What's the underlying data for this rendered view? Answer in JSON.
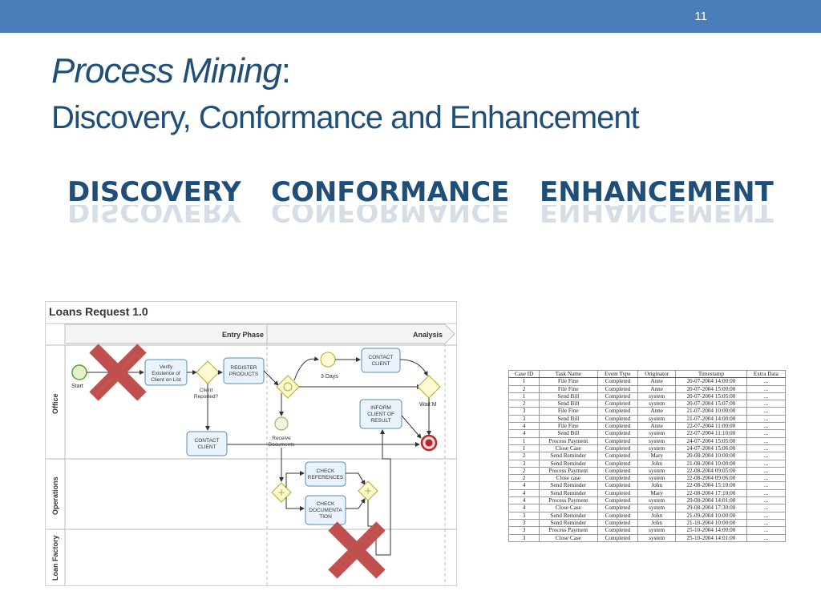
{
  "slide": {
    "number": "11",
    "title_italic": "Process Mining",
    "title_rest": ":",
    "subtitle": "Discovery, Conformance and Enhancement"
  },
  "words": [
    "DISCOVERY",
    "CONFORMANCE",
    "ENHANCEMENT"
  ],
  "bpmn": {
    "title": "Loans Request 1.0",
    "phases": [
      "Entry Phase",
      "Analysis"
    ],
    "lanes": [
      "Office",
      "Operations",
      "Loan Factory"
    ],
    "labels": {
      "start": "Start",
      "verify": [
        "Verify",
        "Existence of",
        "Client on List"
      ],
      "client_reported": [
        "Client",
        "Reported?"
      ],
      "register": [
        "REGISTER",
        "PRODUCTS"
      ],
      "contact_client_top": [
        "CONTACT",
        "CLIENT"
      ],
      "days": "3 Days",
      "wait": "Wait M",
      "inform": [
        "INFORM",
        "CLIENT OF",
        "RESULT"
      ],
      "contact_client_bottom": [
        "CONTACT",
        "CLIENT"
      ],
      "receive": [
        "Receive",
        "Documents"
      ],
      "check_refs": [
        "CHECK",
        "REFERENCES"
      ],
      "check_docs": [
        "CHECK",
        "DOCUMENTA",
        "TION"
      ]
    }
  },
  "event_log": {
    "headers": [
      "Case ID",
      "Task Name",
      "Event Type",
      "Originator",
      "Timestamp",
      "Extra Data"
    ],
    "rows": [
      [
        "1",
        "File Fine",
        "Completed",
        "Anne",
        "20-07-2004 14:00:00",
        "..."
      ],
      [
        "2",
        "File Fine",
        "Completed",
        "Anne",
        "20-07-2004 15:00:00",
        "..."
      ],
      [
        "1",
        "Send Bill",
        "Completed",
        "system",
        "20-07-2004 15:05:00",
        "..."
      ],
      [
        "2",
        "Send Bill",
        "Completed",
        "system",
        "20-07-2004 15:07:00",
        "..."
      ],
      [
        "3",
        "File Fine",
        "Completed",
        "Anne",
        "21-07-2004 10:00:00",
        "..."
      ],
      [
        "3",
        "Send Bill",
        "Completed",
        "system",
        "21-07-2004 14:00:00",
        "..."
      ],
      [
        "4",
        "File Fine",
        "Completed",
        "Anne",
        "22-07-2004 11:00:00",
        "..."
      ],
      [
        "4",
        "Send Bill",
        "Completed",
        "system",
        "22-07-2004 11:10:00",
        "..."
      ],
      [
        "1",
        "Process Payment",
        "Completed",
        "system",
        "24-07-2004 15:05:00",
        "..."
      ],
      [
        "1",
        "Close Case",
        "Completed",
        "system",
        "24-07-2004 15:06:00",
        "..."
      ],
      [
        "2",
        "Send Reminder",
        "Completed",
        "Mary",
        "20-08-2004 10:00:00",
        "..."
      ],
      [
        "3",
        "Send Reminder",
        "Completed",
        "John",
        "21-08-2004 10:00:00",
        "..."
      ],
      [
        "2",
        "Process Payment",
        "Completed",
        "system",
        "22-08-2004 09:05:00",
        "..."
      ],
      [
        "2",
        "Close case",
        "Completed",
        "system",
        "22-08-2004 09:06:00",
        "..."
      ],
      [
        "4",
        "Send Reminder",
        "Completed",
        "John",
        "22-08-2004 15:10:00",
        "..."
      ],
      [
        "4",
        "Send Reminder",
        "Completed",
        "Mary",
        "22-08-2004 17:10:00",
        "..."
      ],
      [
        "4",
        "Process Payment",
        "Completed",
        "system",
        "29-08-2004 14:01:00",
        "..."
      ],
      [
        "4",
        "Close Case",
        "Completed",
        "system",
        "29-08-2004 17:30:00",
        "..."
      ],
      [
        "3",
        "Send Reminder",
        "Completed",
        "John",
        "21-09-2004 10:00:00",
        "..."
      ],
      [
        "3",
        "Send Reminder",
        "Completed",
        "John",
        "21-10-2004 10:00:00",
        "..."
      ],
      [
        "3",
        "Process Payment",
        "Completed",
        "system",
        "25-10-2004 14:00:00",
        "..."
      ],
      [
        "3",
        "Close Case",
        "Completed",
        "system",
        "25-10-2004 14:01:00",
        "..."
      ]
    ]
  },
  "colors": {
    "accent_bar": "#4a7ebb",
    "title_text": "#1f4e79",
    "cross": "#c0504d"
  },
  "icons": [
    "red-cross-icon"
  ]
}
